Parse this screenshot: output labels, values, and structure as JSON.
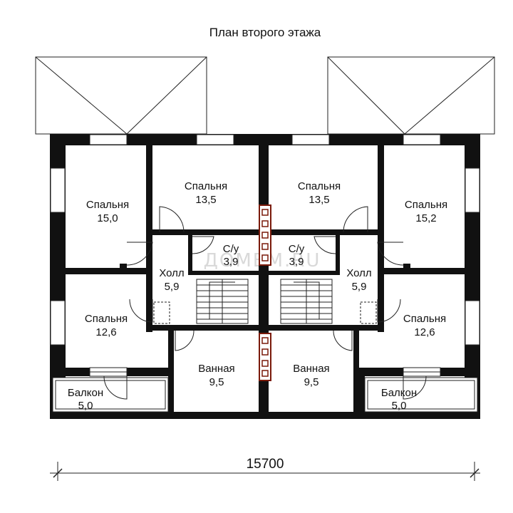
{
  "title": "План второго этажа",
  "watermark": "ДОМВМ.RU",
  "dimension": {
    "value": "15700"
  },
  "rooms": {
    "left_bedroom_top_outer": {
      "name": "Спальня",
      "area": "15,0"
    },
    "left_bedroom_top_inner": {
      "name": "Спальня",
      "area": "13,5"
    },
    "right_bedroom_top_inner": {
      "name": "Спальня",
      "area": "13,5"
    },
    "right_bedroom_top_outer": {
      "name": "Спальня",
      "area": "15,2"
    },
    "left_wc": {
      "name": "С/у",
      "area": "3,9"
    },
    "right_wc": {
      "name": "С/у",
      "area": "3,9"
    },
    "left_hall": {
      "name": "Холл",
      "area": "5,9"
    },
    "right_hall": {
      "name": "Холл",
      "area": "5,9"
    },
    "left_bedroom_bottom": {
      "name": "Спальня",
      "area": "12,6"
    },
    "right_bedroom_bottom": {
      "name": "Спальня",
      "area": "12,6"
    },
    "left_bath": {
      "name": "Ванная",
      "area": "9,5"
    },
    "right_bath": {
      "name": "Ванная",
      "area": "9,5"
    },
    "left_balcony": {
      "name": "Балкон",
      "area": "5,0"
    },
    "right_balcony": {
      "name": "Балкон",
      "area": "5,0"
    }
  },
  "colors": {
    "wall": "#111111",
    "chimney": "#7a1a0a",
    "background": "#ffffff"
  }
}
